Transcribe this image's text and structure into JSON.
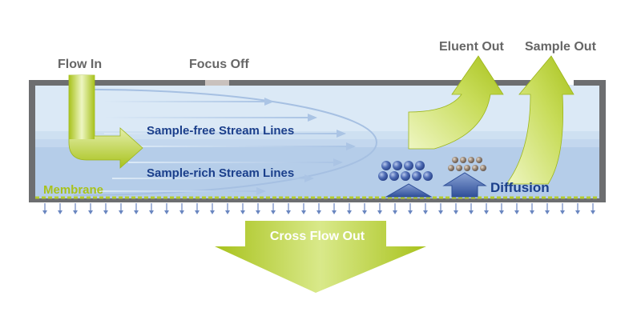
{
  "labels": {
    "flow_in": "Flow In",
    "focus_off": "Focus Off",
    "eluent_out": "Eluent Out",
    "sample_out": "Sample Out",
    "sample_free": "Sample-free Stream Lines",
    "sample_rich": "Sample-rich Stream Lines",
    "membrane": "Membrane",
    "diffusion": "Diffusion",
    "cross_flow_out": "Cross Flow Out"
  },
  "colors": {
    "channel_light": "#dbe9f6",
    "channel_dark": "#b5cde9",
    "wall": "#6d6e70",
    "arrow_green_light": "#eef6c2",
    "arrow_green_dark": "#a8c21c",
    "text_blue": "#1b3f8b",
    "text_gray": "#666666",
    "membrane_green": "#b5cc2f",
    "particle_blue": "#3a5aa6",
    "particle_brown": "#8c7a6b",
    "down_arrow_blue": "#6a86c0"
  },
  "icons": {
    "flow_in_arrow": "bent-down-right-arrow-icon",
    "eluent_arrow": "curved-up-arrow-icon",
    "sample_arrow": "curved-up-arrow-icon",
    "cross_flow_arrow": "down-arrow-icon",
    "diffusion_arrow": "up-arrow-icon"
  }
}
